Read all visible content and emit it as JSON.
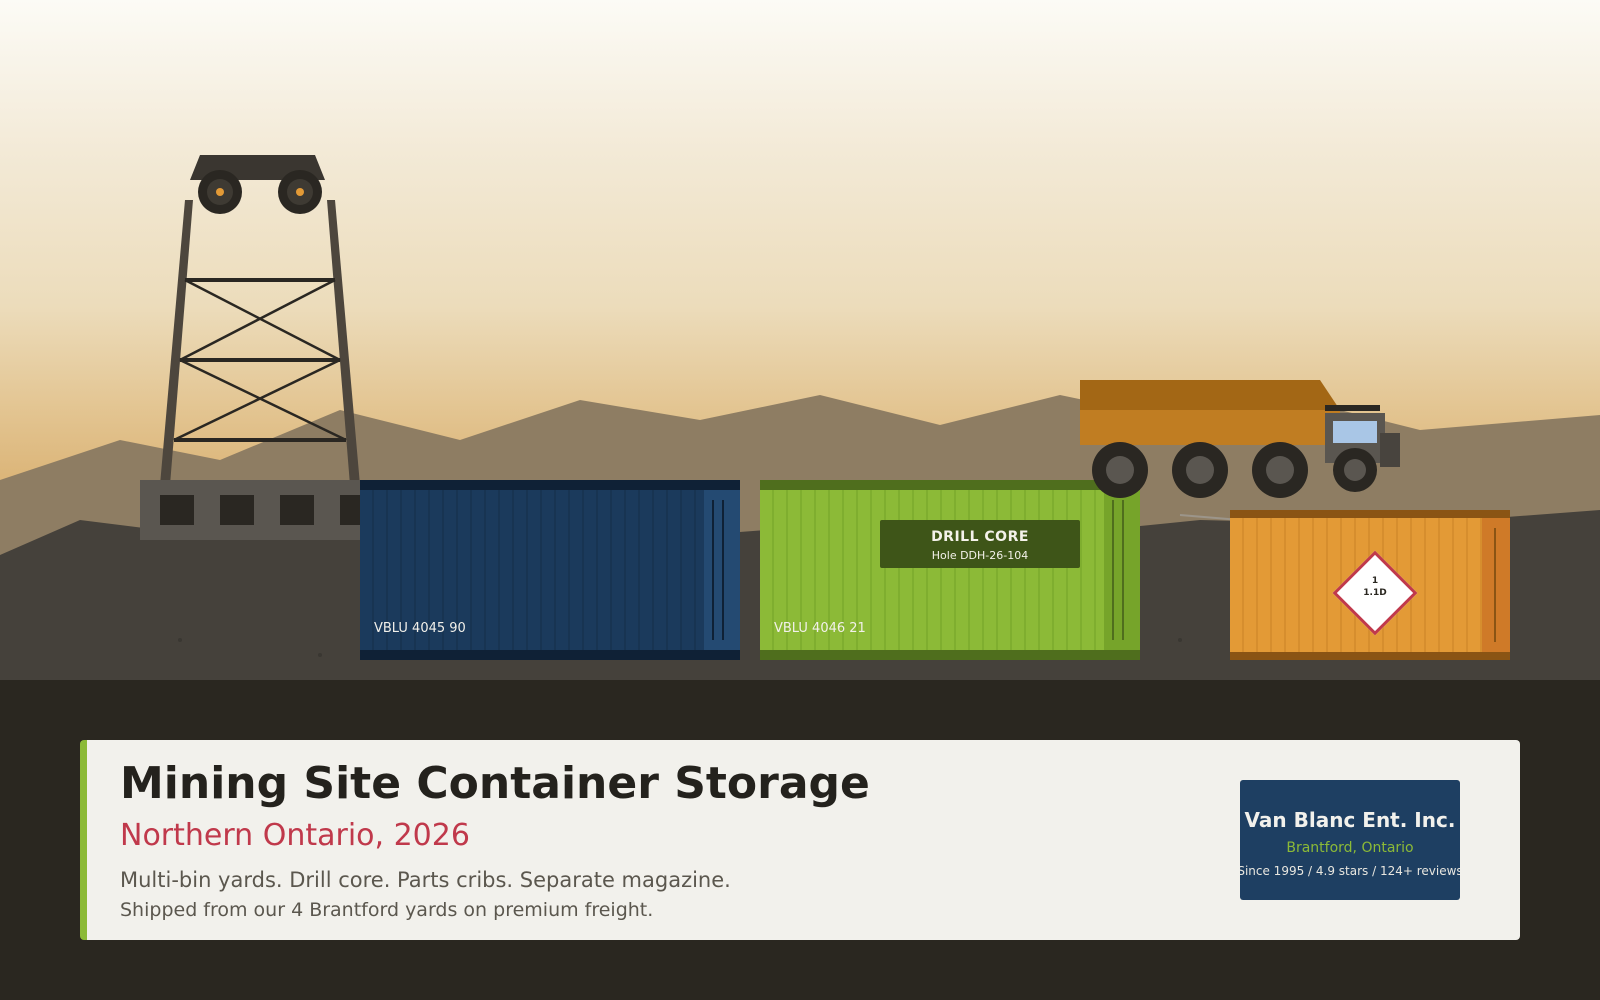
{
  "banner": {
    "title": "Mining Site Container Storage",
    "subtitle": "Northern Ontario, 2026",
    "tagline_1": "Multi-bin yards. Drill core. Parts cribs. Separate magazine.",
    "tagline_2": "Shipped from our 4 Brantford yards on premium freight."
  },
  "brand": {
    "name": "Van Blanc Ent. Inc.",
    "location": "Brantford, Ontario",
    "since": "Since 1995 / 4.9 stars / 124+ reviews"
  },
  "containers": [
    {
      "id": "VBLU 4045 90",
      "color": "#1b3a5c"
    },
    {
      "id": "VBLU 4046 21",
      "color": "#8cba37",
      "label_title": "DRILL CORE",
      "label_sub": "Hole DDH-26-104"
    },
    {
      "color": "#e39a36",
      "placard_line_1": "1",
      "placard_line_2": "1.1D"
    }
  ],
  "colors": {
    "accent": "#8cba37",
    "highlight": "#c0394b",
    "dark": "#2a2720",
    "panel": "#f2f1ec",
    "navy": "#1e3f62"
  },
  "icons": [
    "headframe-tower-icon",
    "haul-truck-icon",
    "explosives-placard-icon"
  ]
}
